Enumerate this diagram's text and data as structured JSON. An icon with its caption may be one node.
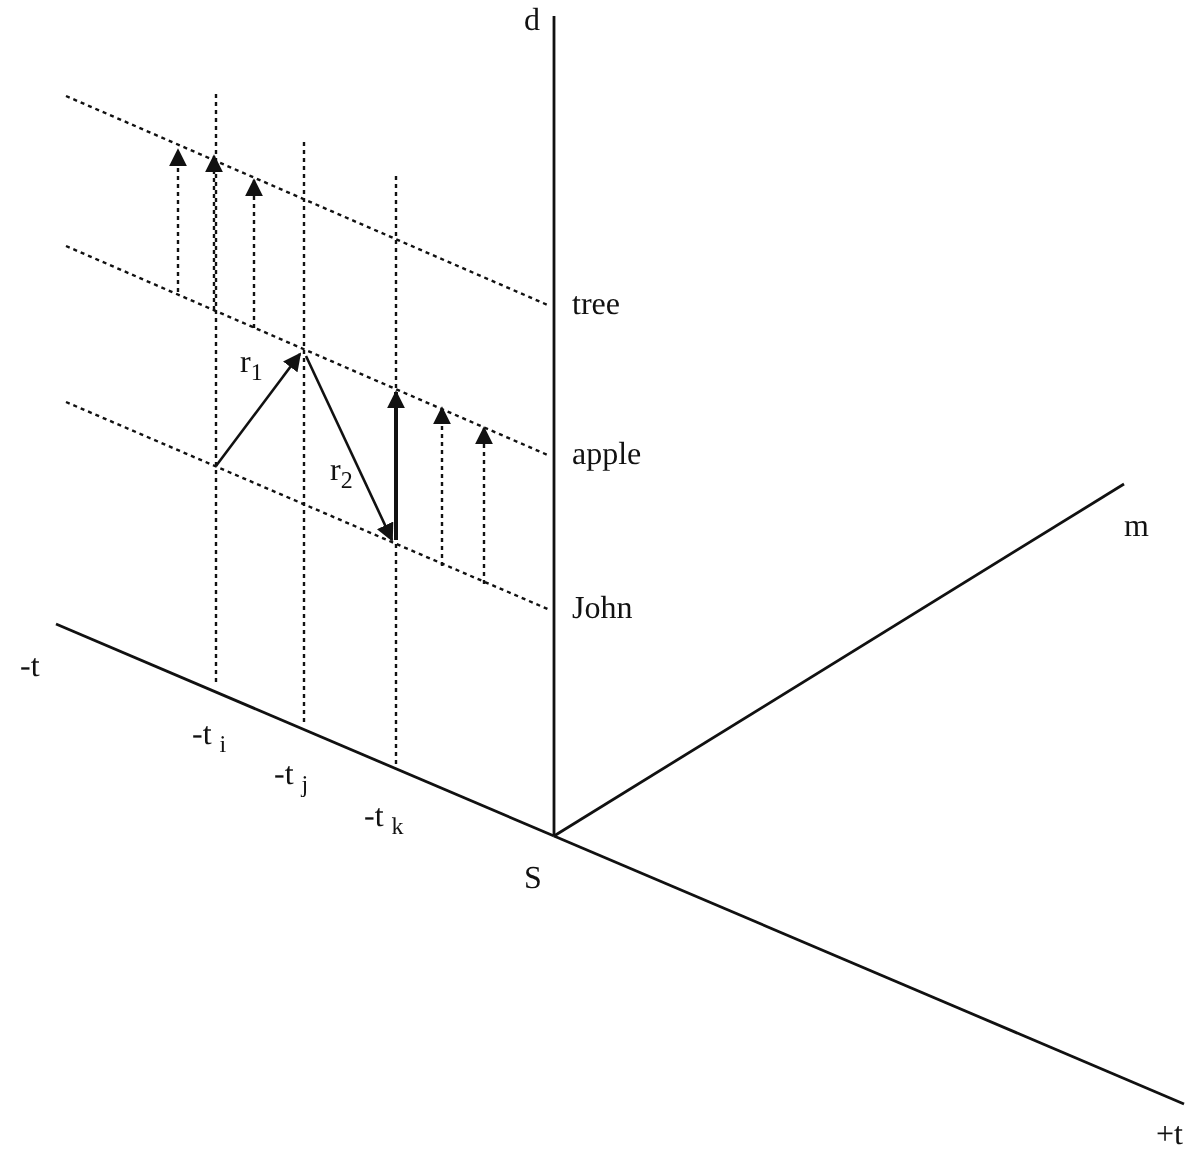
{
  "diagram": {
    "labels": [
      "d",
      "tree",
      "r$_{1}$",
      "apple",
      "r$_{2}$",
      "m",
      "John",
      "-t",
      "-t $_{i}$",
      "-t $_{j}$",
      "-t $_{k}$",
      "S",
      "+t"
    ]
  }
}
